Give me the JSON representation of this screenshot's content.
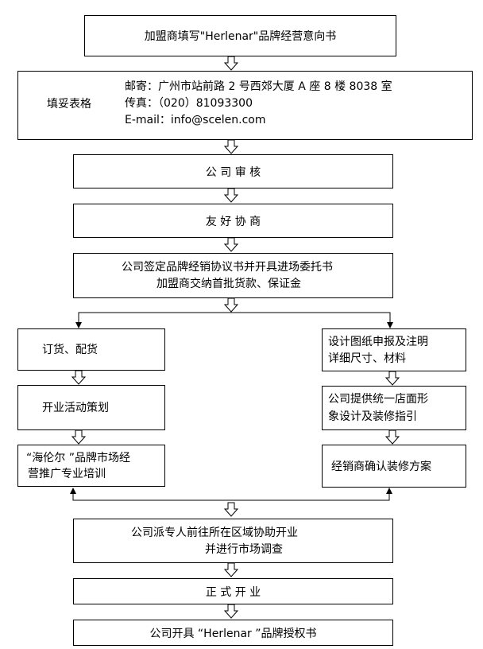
{
  "step1": "加盟商填写\"Herlenar\"品牌经营意向书",
  "step2": {
    "label": "填妥表格",
    "address": "邮寄：广州市站前路 2 号西郊大厦 A 座 8 楼 8038 室",
    "fax": "传真：（020）81093300",
    "email": "E-mail：info@scelen.com"
  },
  "step3": "公 司 审 核",
  "step4": "友 好 协 商",
  "step5": {
    "line1": "公司签定品牌经销协议书并开具进场委托书",
    "line2": "加盟商交纳首批货款、保证金"
  },
  "left": {
    "a": "订货、配货",
    "b": "开业活动策划",
    "c1": "“海伦尔 ”品牌市场经",
    "c2": "营推广专业培训"
  },
  "right": {
    "a1": "设计图纸申报及注明",
    "a2": "详细尺寸、材料",
    "b1": "公司提供统一店面形",
    "b2": "象设计及装修指引",
    "c": "经销商确认装修方案"
  },
  "step6": {
    "line1": "公司派专人前往所在区域协助开业",
    "line2": "并进行市场调查"
  },
  "step7": "正 式 开 业",
  "step8": "公司开具 “Herlenar ”品牌授权书"
}
